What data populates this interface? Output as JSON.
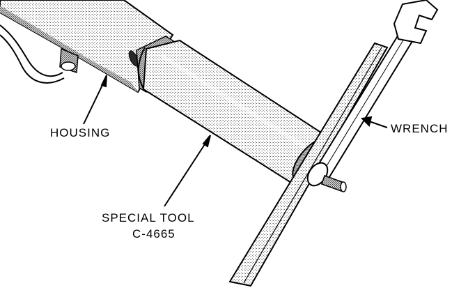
{
  "labels": {
    "housing": "HOUSING",
    "wrench": "WRENCH",
    "special_tool_line1": "SPECIAL TOOL",
    "special_tool_line2": "C-4665"
  },
  "colors": {
    "ink": "#000000",
    "paper": "#ffffff",
    "stipple": "#9a9a9a"
  }
}
